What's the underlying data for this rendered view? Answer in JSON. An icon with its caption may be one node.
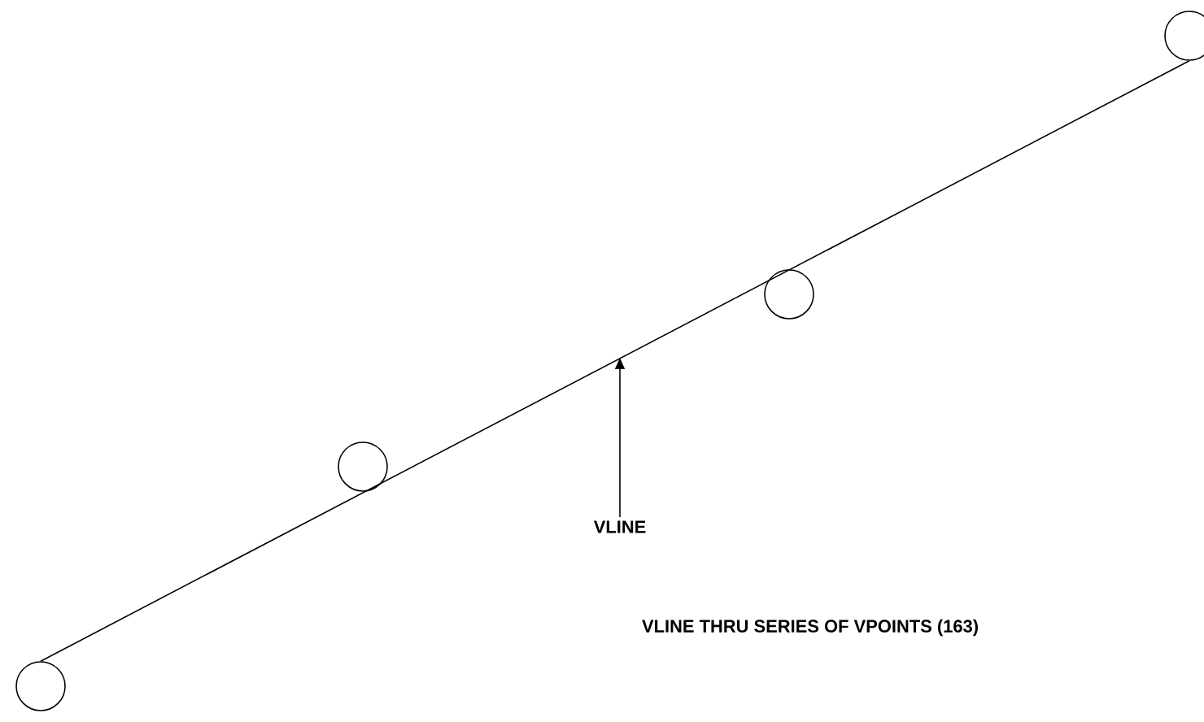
{
  "diagram": {
    "caption": "VLINE THRU SERIES OF VPOINTS (163)",
    "nodes": [
      {
        "text": [],
        "shape": "circle"
      },
      {
        "text": [],
        "shape": "circle"
      },
      {
        "text": [],
        "shape": "circle"
      },
      {
        "text": [],
        "shape": "circle"
      },
      {
        "text": [
          "VLINE"
        ]
      }
    ],
    "edges": [
      {
        "from": 0,
        "to": 3,
        "arrow": "none"
      },
      {
        "from": 4,
        "to": null,
        "arrow": "to"
      }
    ]
  }
}
